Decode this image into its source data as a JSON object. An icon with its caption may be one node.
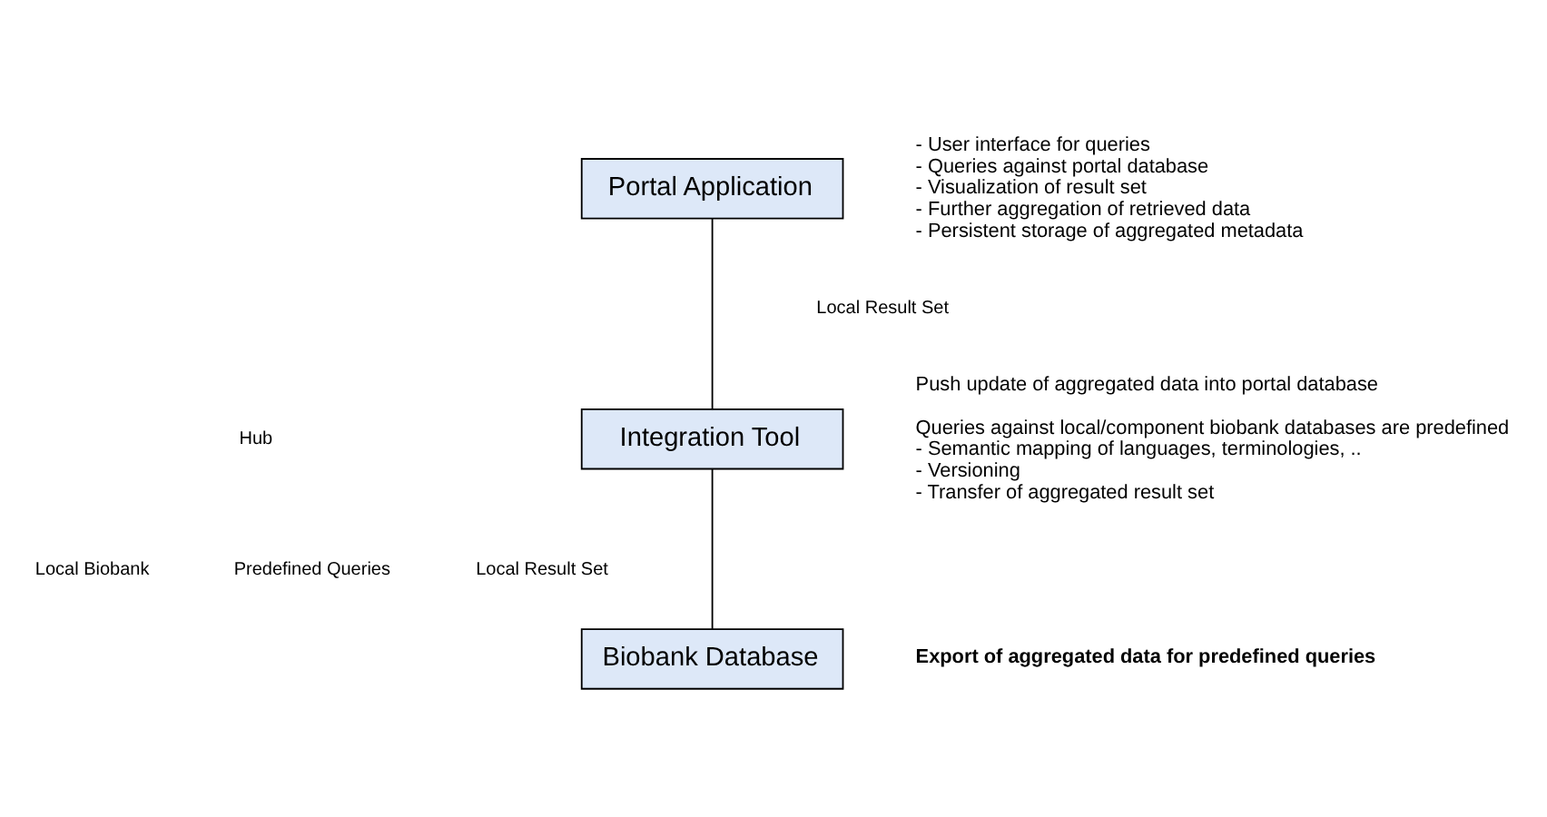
{
  "diagram": {
    "nodes": [
      {
        "text": [
          "Portal Application"
        ],
        "beside": [
          "- User interface for queries",
          "- Queries against portal database",
          "- Visualization of result set",
          "- Further aggregation of retrieved data",
          "- Persistent storage of aggregated metadata"
        ]
      },
      {
        "text": [
          "Integration Tool"
        ],
        "beside": [
          "Push update of aggregated data into portal database",
          "Queries against local/component biobank databases are predefined",
          "- Semantic mapping of languages, terminologies, ..",
          "- Versioning",
          "- Transfer of aggregated result set"
        ]
      },
      {
        "text": [
          "Biobank Database"
        ],
        "beside": [
          "Export of aggregated data for predefined queries"
        ]
      }
    ],
    "edges": [
      {
        "from": 0,
        "to": 1,
        "arrow": "none"
      },
      {
        "from": 1,
        "to": 2,
        "arrow": "none"
      }
    ],
    "labels": [
      "Local Result Set",
      "Hub",
      "Local Biobank",
      "Predefined Queries",
      "Local Result Set"
    ]
  }
}
